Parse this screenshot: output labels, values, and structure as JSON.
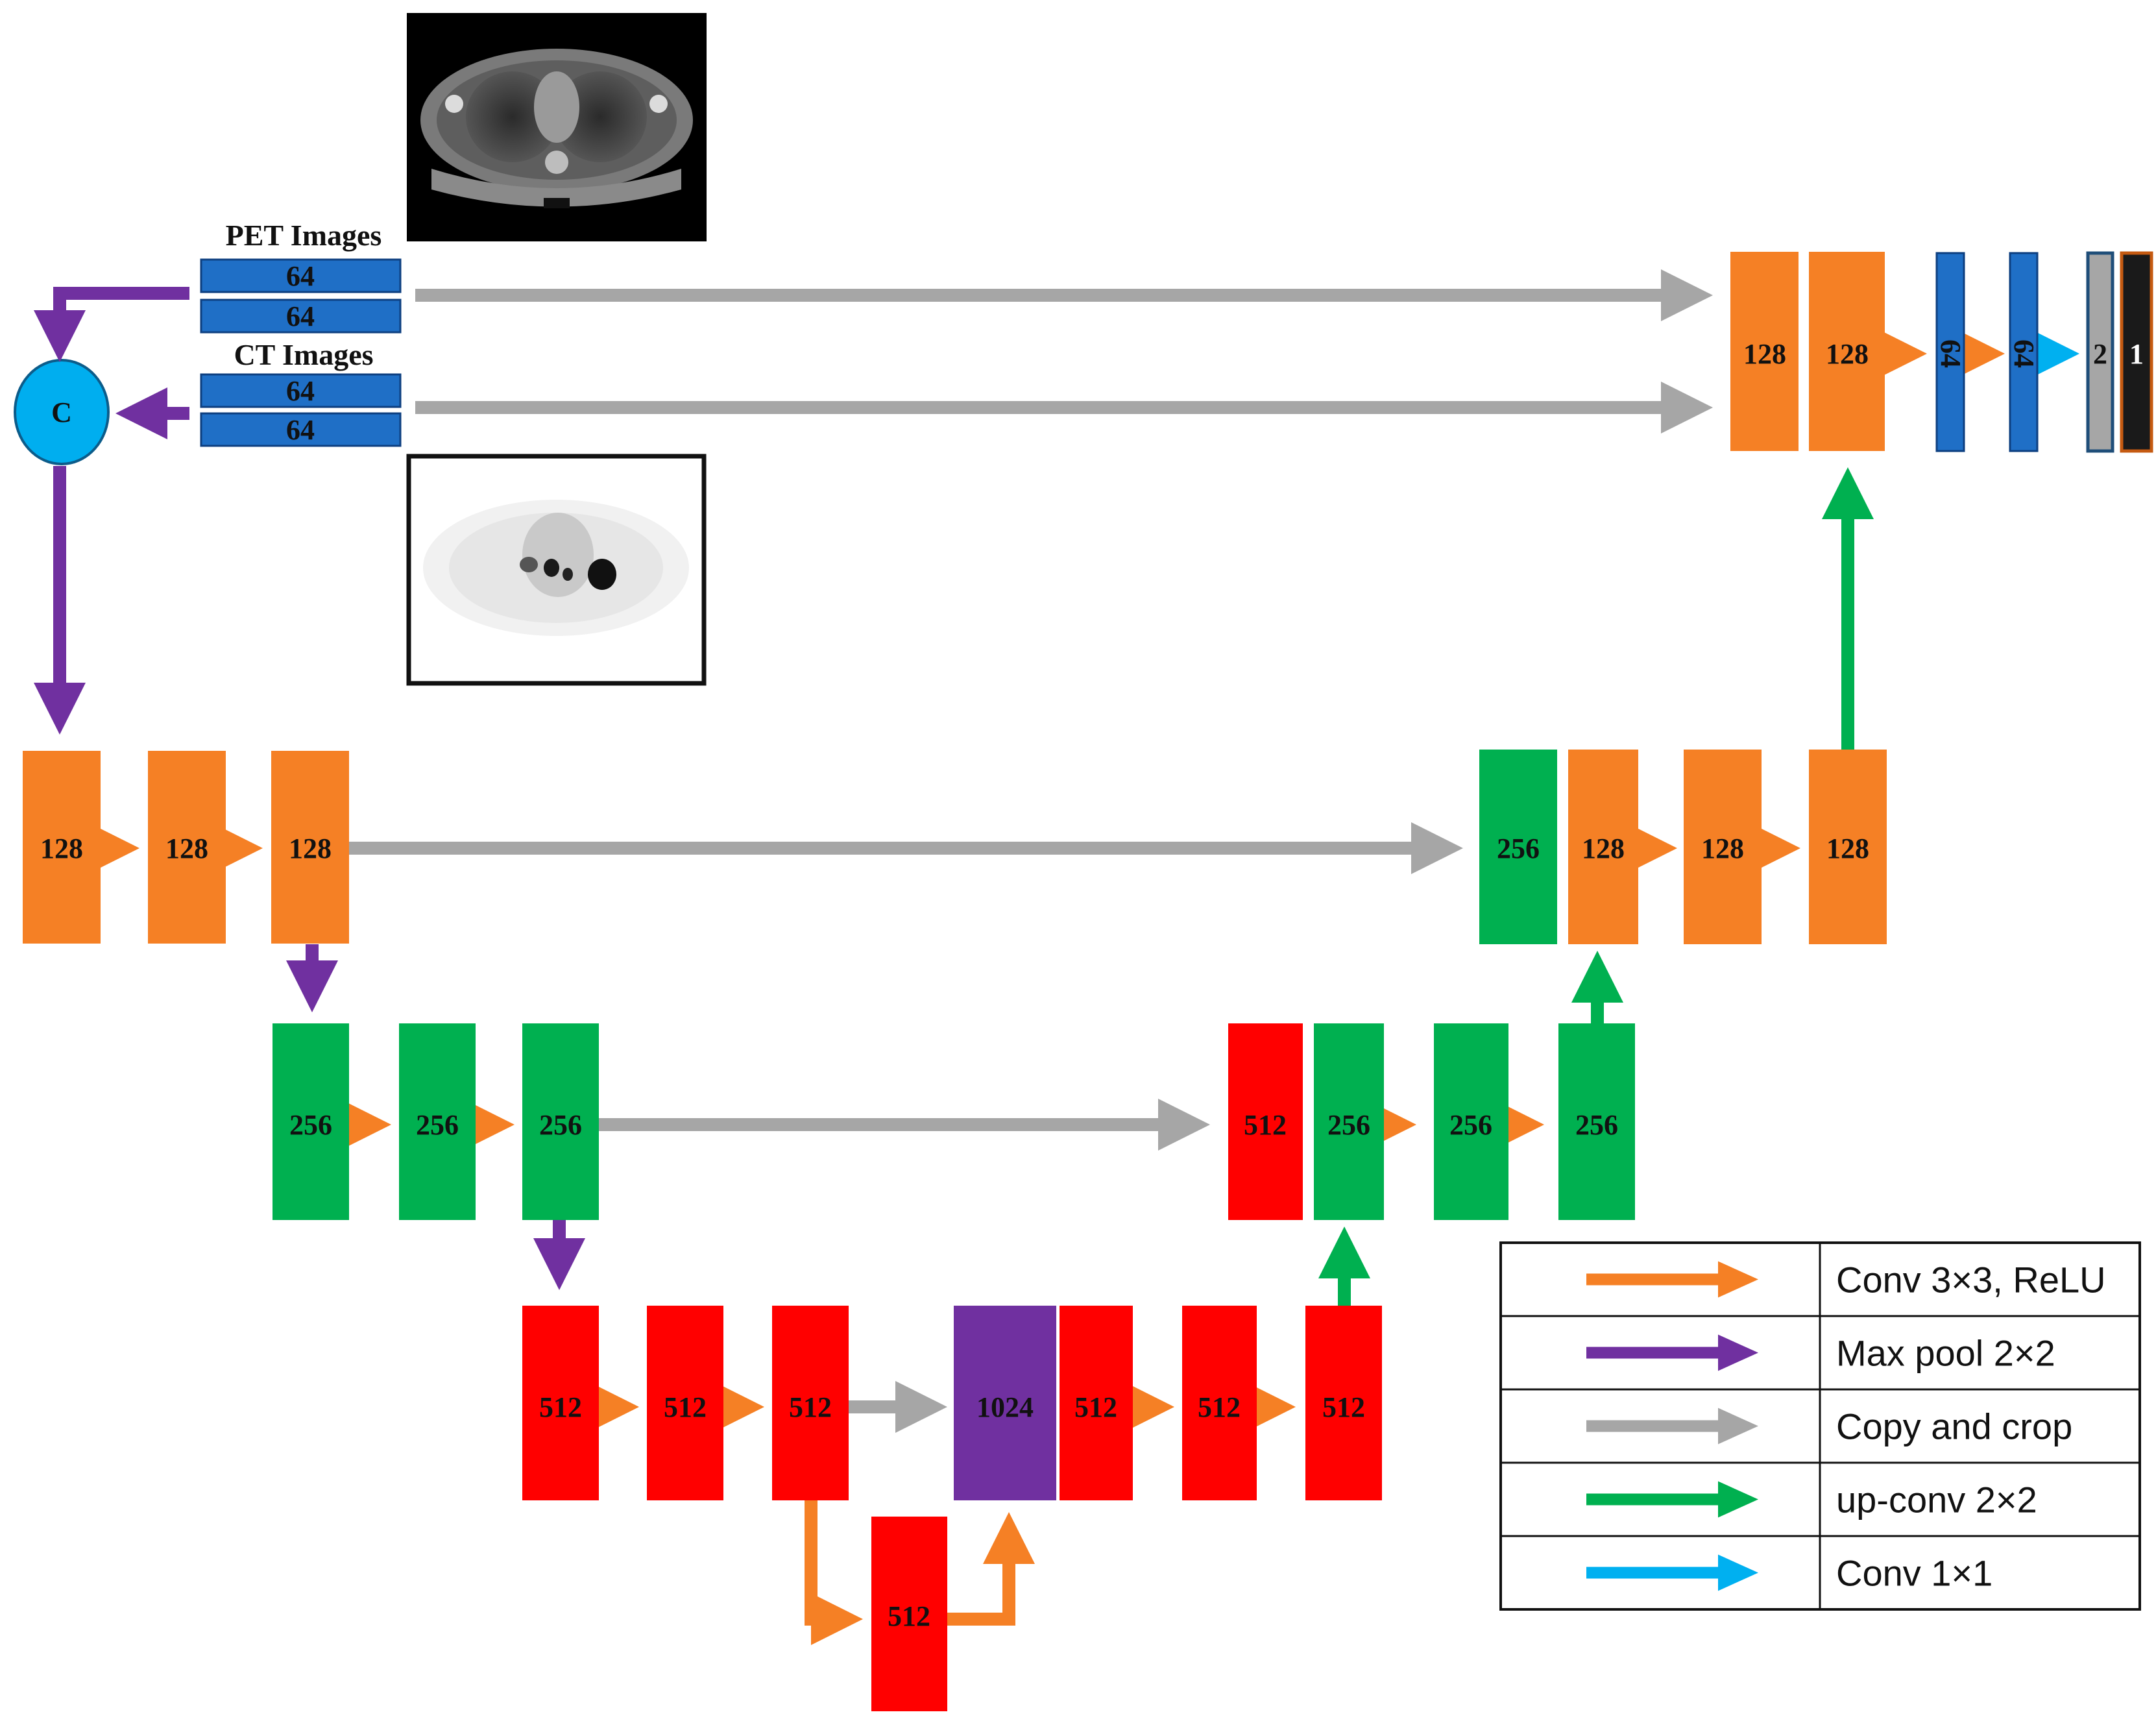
{
  "diagram": {
    "labels": {
      "pet_images": "PET Images",
      "ct_images": "CT Images",
      "concat": "C"
    },
    "colors": {
      "conv": "#F58025",
      "pool": "#7030A0",
      "copy": "#A6A6A6",
      "upconv": "#00B050",
      "conv1x1": "#00B0F0",
      "input_bar": "#1F6FC6",
      "concat_circle": "#00AEEF",
      "red_block": "#FF0000",
      "bottleneck": "#7030A0",
      "output_gray": "#A6A6A6",
      "output_black": "#1A1A1A"
    },
    "inputs": [
      {
        "id": "pet-bar-1",
        "label": "64"
      },
      {
        "id": "pet-bar-2",
        "label": "64"
      },
      {
        "id": "ct-bar-1",
        "label": "64"
      },
      {
        "id": "ct-bar-2",
        "label": "64"
      }
    ],
    "blocks": {
      "enc1": [
        "128",
        "128",
        "128"
      ],
      "enc2": [
        "256",
        "256",
        "256"
      ],
      "enc3": [
        "512",
        "512",
        "512"
      ],
      "bottom": "512",
      "bottleneck": "1024",
      "dec3": [
        "512",
        "512",
        "512"
      ],
      "dec2": [
        "512",
        "256",
        "256",
        "256"
      ],
      "dec1": [
        "256",
        "128",
        "128",
        "128"
      ],
      "top": [
        "128",
        "128"
      ],
      "out": [
        "64",
        "64",
        "2",
        "1"
      ]
    },
    "legend": [
      {
        "label": "Conv 3×3, ReLU",
        "color": "#F58025"
      },
      {
        "label": "Max pool 2×2",
        "color": "#7030A0"
      },
      {
        "label": "Copy and crop",
        "color": "#A6A6A6"
      },
      {
        "label": "up-conv 2×2",
        "color": "#00B050"
      },
      {
        "label": "Conv 1×1",
        "color": "#00B0F0"
      }
    ]
  }
}
